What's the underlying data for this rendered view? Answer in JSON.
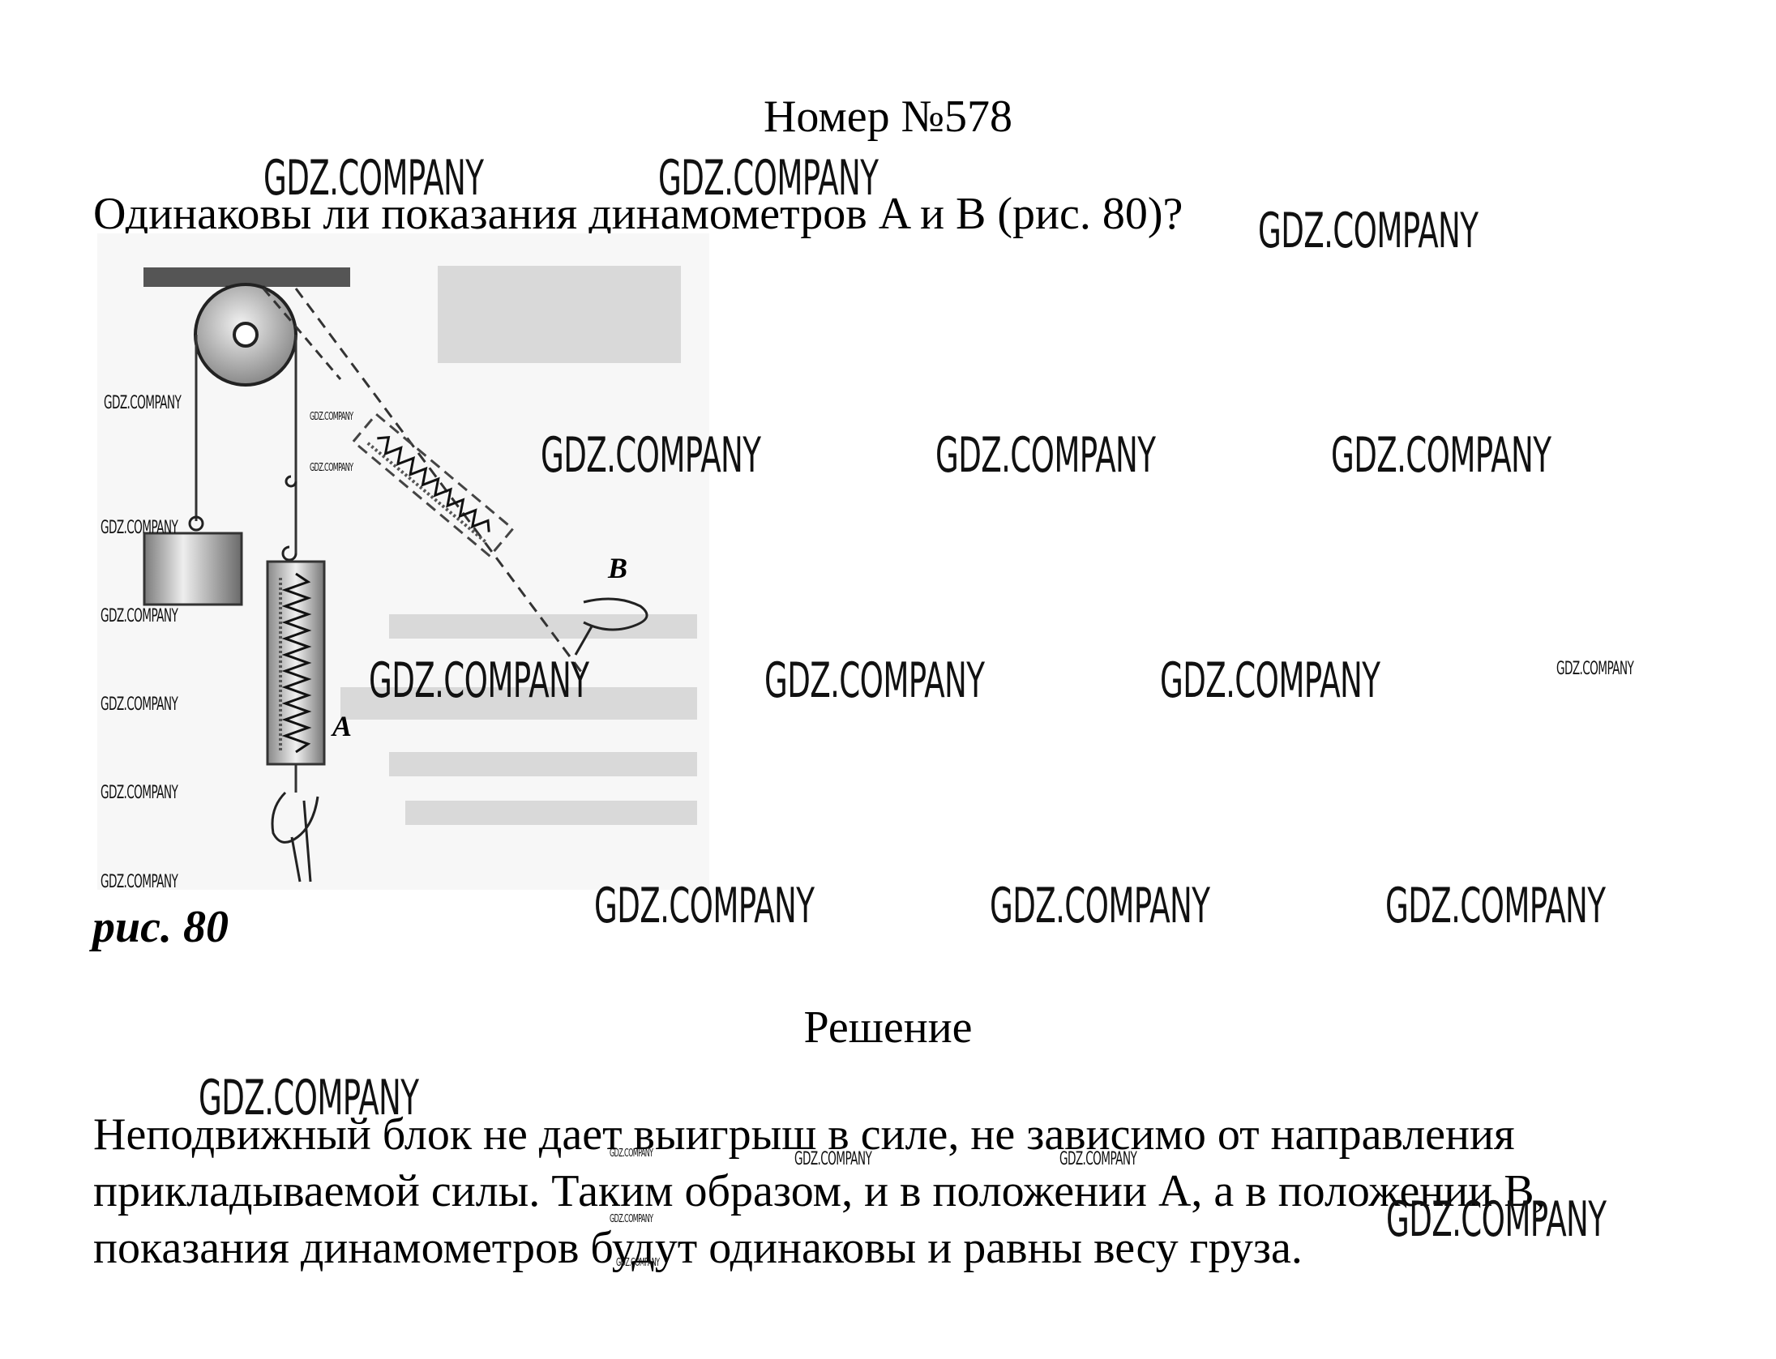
{
  "heading": "Номер №578",
  "question": "Одинаковы ли показания динамометров A и B (рис. 80)?",
  "figure": {
    "label_a": "A",
    "label_b": "B",
    "caption": "рис. 80"
  },
  "solution": {
    "heading": "Решение",
    "lines": [
      "Неподвижный блок не дает выигрыш в силе, не зависимо от направления",
      "прикладываемой силы. Таким образом, и в положении A, а в положении B,",
      "показания динамометров будут одинаковы и равны весу груза."
    ]
  },
  "watermark": "GDZ.COMPANY"
}
